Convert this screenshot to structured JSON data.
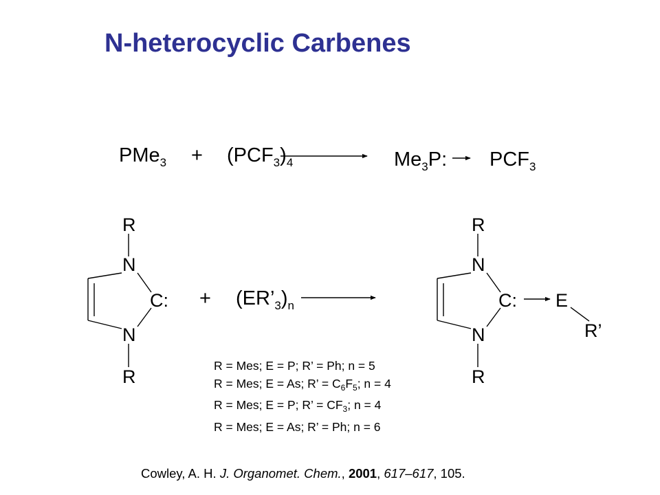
{
  "slide": {
    "title": "N-heterocyclic Carbenes"
  },
  "reaction1": {
    "reactant1": "PMe",
    "reactant1_sub": "3",
    "plus": "+",
    "reactant2_open": "(PCF",
    "reactant2_sub": "3",
    "reactant2_close": ")",
    "reactant2_sub2": "4",
    "product_left": "Me",
    "product_left_sub": "3",
    "product_left_end": "P:",
    "product_right": "PCF",
    "product_right_sub": "3"
  },
  "reaction2": {
    "left_carbene": {
      "r_top": "R",
      "n_top": "N",
      "carbon": "C:",
      "n_bottom": "N",
      "r_bottom": "R"
    },
    "plus": "+",
    "reagent_open": "(ER’",
    "reagent_sub": "3",
    "reagent_close": ")",
    "reagent_sub2": "n",
    "product": {
      "r_top": "R",
      "n_top": "N",
      "carbon": "C:",
      "n_bottom": "N",
      "r_bottom": "R",
      "element": "E",
      "r_prime": "R’"
    }
  },
  "conditions": [
    {
      "pre": "R = Mes; E = P; R’ = Ph; n = 5",
      "parts": []
    },
    {
      "pre": "R = Mes; E = As; R’ = C",
      "sub1": "6",
      "mid": "F",
      "sub2": "5",
      "post": "; n = 4"
    },
    {
      "pre": "R = Mes; E = P; R’ = CF",
      "sub1": "3",
      "post": "; n = 4"
    },
    {
      "pre": "R = Mes; E = As; R’ = Ph; n = 6"
    }
  ],
  "reference": {
    "authors": "Cowley, A. H. ",
    "journal": "J. Organomet. Chem.",
    "comma1": ", ",
    "year": "2001",
    "comma2": ", ",
    "volume": "617–617",
    "pages": ", 105."
  }
}
